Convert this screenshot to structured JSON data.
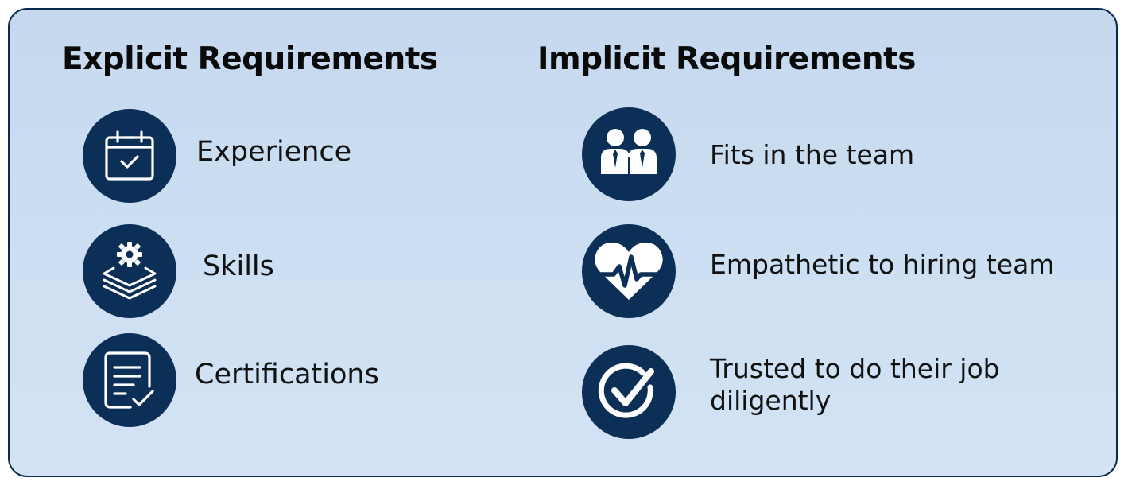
{
  "explicit": {
    "title": "Explicit Requirements",
    "items": [
      {
        "label": "Experience",
        "icon": "calendar-check-icon"
      },
      {
        "label": "Skills",
        "icon": "gear-layers-icon"
      },
      {
        "label": "Certifications",
        "icon": "document-check-icon"
      }
    ]
  },
  "implicit": {
    "title": "Implicit Requirements",
    "items": [
      {
        "label": "Fits in the team",
        "icon": "team-people-icon"
      },
      {
        "label": "Empathetic to hiring team",
        "icon": "heart-pulse-icon"
      },
      {
        "label_line1": "Trusted to do their job",
        "label_line2": "diligently",
        "icon": "circle-check-icon"
      }
    ]
  },
  "colors": {
    "icon_background": "#0c2f57",
    "panel_background": "#c9dcf0",
    "panel_border": "#0b2a4e"
  }
}
